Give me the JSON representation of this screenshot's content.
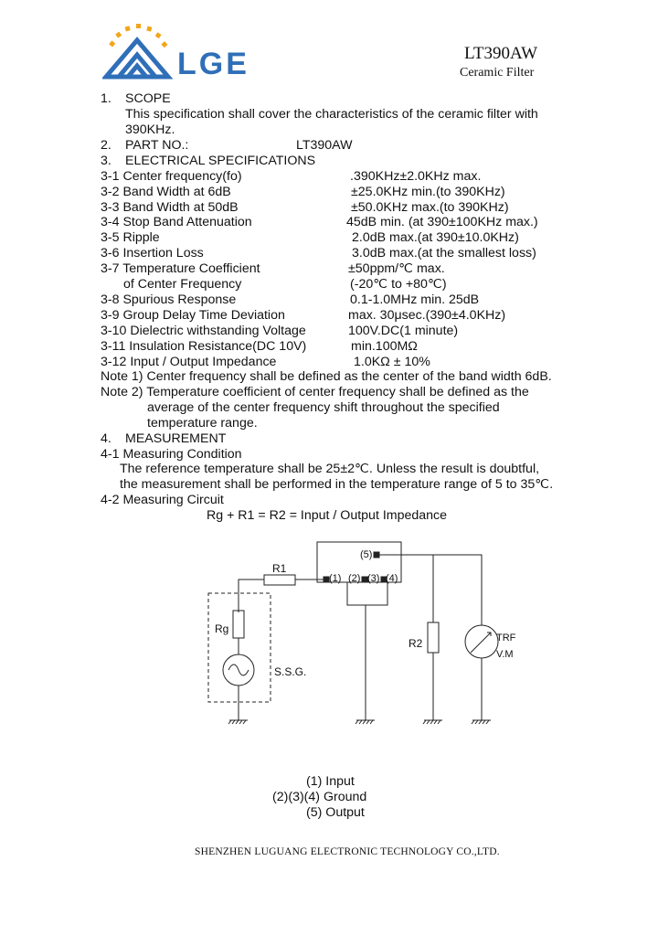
{
  "header": {
    "logo_text": "LGE",
    "part_title": "LT390AW",
    "part_subtitle": "Ceramic Filter",
    "accent_color": "#2f6fb8",
    "sun_color": "#f2a51a"
  },
  "scope": {
    "number": "1.",
    "title": "SCOPE",
    "line1": "This specification shall cover the characteristics of the ceramic filter with",
    "line2": "390KHz."
  },
  "part_no": {
    "number": "2.",
    "label": "PART NO.:",
    "value": "LT390AW"
  },
  "electrical": {
    "number": "3.",
    "title": "ELECTRICAL SPECIFICATIONS",
    "specs": [
      {
        "label": "3-1 Center frequency(fo)",
        "value": ".390KHz±2.0KHz max."
      },
      {
        "label": "3-2 Band Width at 6dB",
        "value": "±25.0KHz min.(to 390KHz)"
      },
      {
        "label": "3-3 Band Width at 50dB",
        "value": "±50.0KHz max.(to 390KHz)"
      },
      {
        "label": "3-4 Stop Band Attenuation",
        "value": "45dB min. (at 390±100KHz max.)"
      },
      {
        "label": "3-5 Ripple",
        "value": "2.0dB max.(at 390±10.0KHz)"
      },
      {
        "label": "3-6 Insertion Loss",
        "value": "3.0dB max.(at the smallest loss)"
      },
      {
        "label": "3-7 Temperature Coefficient",
        "value": "±50ppm/℃ max."
      },
      {
        "label": "of Center Frequency",
        "value": "(-20℃ to +80℃)"
      },
      {
        "label": "3-8 Spurious Response",
        "value": "0.1-1.0MHz min. 25dB"
      },
      {
        "label": "3-9 Group Delay Time Deviation",
        "value": "max. 30μsec.(390±4.0KHz)"
      },
      {
        "label": "3-10 Dielectric withstanding Voltage",
        "value": "100V.DC(1 minute)"
      },
      {
        "label": "3-11 Insulation Resistance(DC 10V)",
        "value": "min.100MΩ"
      },
      {
        "label": "3-12 Input / Output Impedance",
        "value": "1.0KΩ ± 10%"
      }
    ]
  },
  "notes": {
    "note1": "Note 1) Center frequency shall be defined as the center of the band width 6dB.",
    "note2_line1": "Note 2) Temperature coefficient of center frequency shall be defined as the",
    "note2_line2": "average of the center frequency shift throughout the specified",
    "note2_line3": "temperature range."
  },
  "measurement": {
    "number": "4.",
    "title": "MEASUREMENT",
    "condition_title": "4-1 Measuring Condition",
    "condition_line1": "The reference temperature shall be 25±2℃. Unless the result is doubtful,",
    "condition_line2": "the measurement shall be performed in the temperature range of 5 to 35℃.",
    "circuit_title": "4-2 Measuring Circuit",
    "equation": "Rg + R1 = R2 = Input / Output Impedance"
  },
  "circuit": {
    "r1": "R1",
    "rg": "Rg",
    "ssg": "S.S.G.",
    "r2": "R2",
    "meter_line1": "TRF",
    "meter_line2": "V.M",
    "pin1": "(1)",
    "pin2": "(2)",
    "pin3": "(3)",
    "pin4": "(4)",
    "pin5": "(5)"
  },
  "legend": {
    "item1": "(1) Input",
    "item2": "(2)(3)(4) Ground",
    "item3": "(5) Output"
  },
  "footer": {
    "company": "SHENZHEN LUGUANG ELECTRONIC TECHNOLOGY CO.,LTD."
  }
}
